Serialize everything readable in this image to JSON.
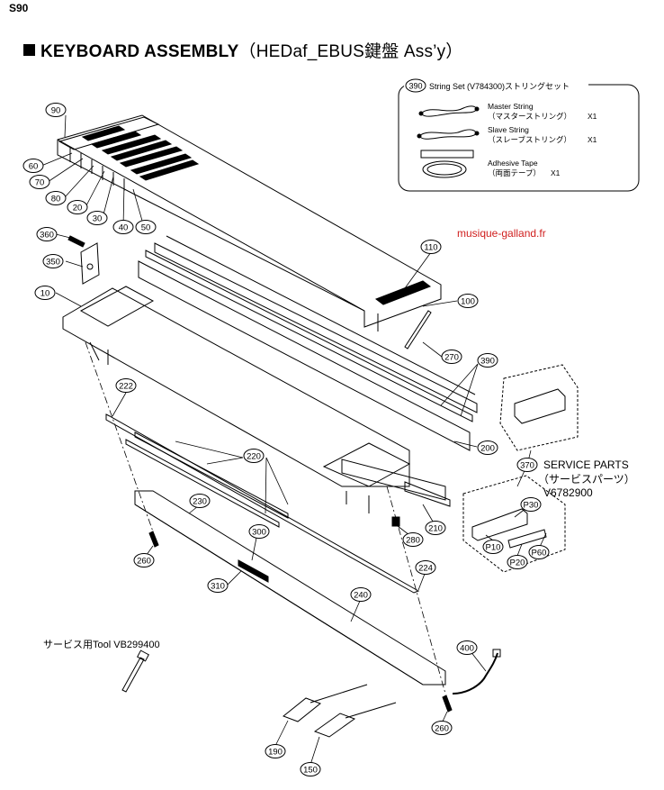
{
  "header": {
    "model": "S90",
    "title": "KEYBOARD ASSEMBLY",
    "subtitle": "（HEDaf_EBUS鍵盤 Ass’y）"
  },
  "watermark": "musique-galland.fr",
  "string_set": {
    "number": "390",
    "title": "String Set (V784300)ストリングセット",
    "items": [
      {
        "name": "Master String",
        "jp": "（マスターストリング）",
        "qty": "X1"
      },
      {
        "name": "Slave String",
        "jp": "（スレーブストリング）",
        "qty": "X1"
      },
      {
        "name": "Adhesive Tape",
        "jp": "（両面テープ）",
        "qty": "X1"
      }
    ]
  },
  "service_parts": {
    "line1": "SERVICE PARTS",
    "line2": "（サービスパーツ）",
    "line3": "V6782900"
  },
  "tool_label": "サービス用Tool VB299400",
  "callouts": {
    "c90": "90",
    "c60": "60",
    "c70": "70",
    "c80": "80",
    "c20": "20",
    "c30": "30",
    "c40": "40",
    "c50": "50",
    "c360": "360",
    "c350": "350",
    "c10": "10",
    "c110": "110",
    "c100": "100",
    "c270": "270",
    "c390": "390",
    "c222": "222",
    "c220": "220",
    "c200": "200",
    "c370": "370",
    "c230": "230",
    "c300": "300",
    "c310": "310",
    "c260a": "260",
    "c224": "224",
    "c240": "240",
    "c280": "280",
    "c210": "210",
    "c400": "400",
    "c260b": "260",
    "c190": "190",
    "c150": "150",
    "cP30": "P30",
    "cP10": "P10",
    "cP20": "P20",
    "cP60": "P60"
  }
}
